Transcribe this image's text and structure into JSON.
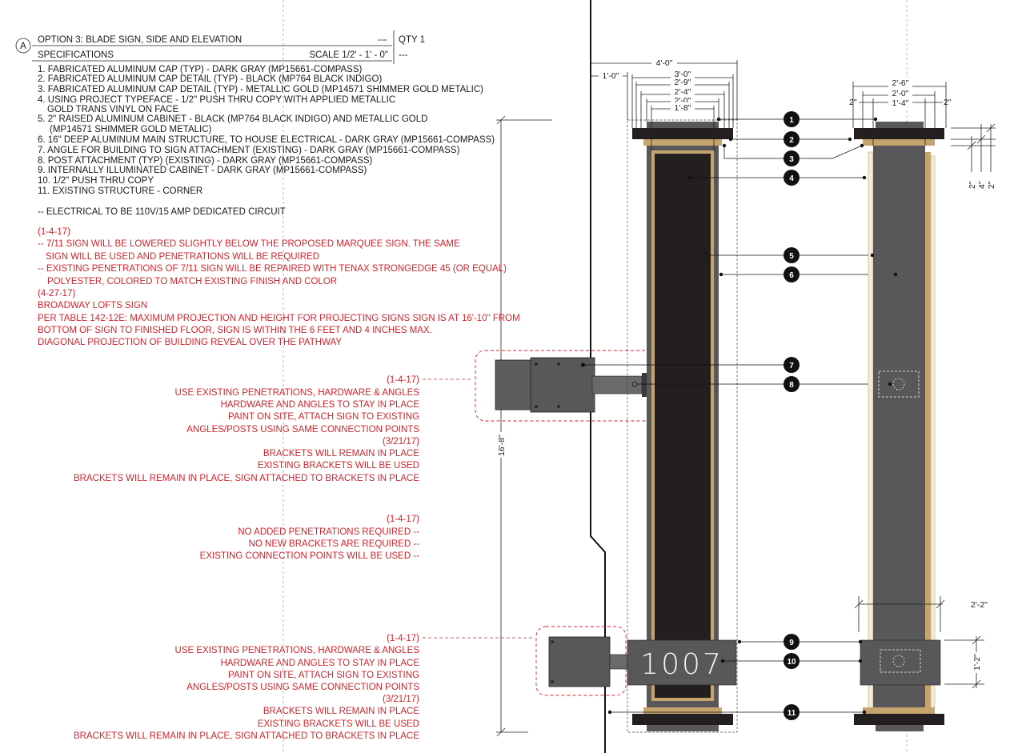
{
  "sheet": {
    "marker": "A",
    "title": "OPTION 3: BLADE SIGN, SIDE AND ELEVATION",
    "title_dash": "---",
    "qty": "QTY 1",
    "specs_label": "SPECIFICATIONS",
    "scale": "SCALE 1/2' - 1' - 0\"",
    "scale_dash": "---"
  },
  "specifications": [
    "1. FABRICATED ALUMINUM CAP (TYP) - DARK GRAY (MP15661-COMPASS)",
    "2. FABRICATED ALUMINUM CAP DETAIL (TYP) - BLACK (MP764 BLACK INDIGO)",
    "3. FABRICATED ALUMINUM CAP DETAIL (TYP) - METALLIC GOLD (MP14571 SHIMMER GOLD METALIC)",
    "4. USING PROJECT TYPEFACE - 1/2\" PUSH THRU COPY WITH APPLIED METALLIC",
    "GOLD TRANS VINYL ON FACE",
    "5. 2\" RAISED ALUMINUM CABINET - BLACK (MP764 BLACK INDIGO) AND METALLIC GOLD",
    "(MP14571 SHIMMER GOLD METALIC)",
    "6. 16\" DEEP ALUMINUM MAIN STRUCTURE, TO HOUSE ELECTRICAL - DARK GRAY (MP15661-COMPASS)",
    "7. ANGLE FOR BUILDING TO SIGN ATTACHMENT (EXISTING) - DARK GRAY (MP15661-COMPASS)",
    "8. POST ATTACHMENT (TYP) (EXISTING) - DARK GRAY (MP15661-COMPASS)",
    "9. INTERNALLY ILLUMINATED CABINET - DARK GRAY (MP15661-COMPASS)",
    "10. 1/2\" PUSH THRU COPY",
    "11. EXISTING STRUCTURE - CORNER"
  ],
  "electrical_note": "-- ELECTRICAL TO BE 110V/15 AMP DEDICATED CIRCUIT",
  "revision_notes": [
    "(1-4-17)",
    "-- 7/11 SIGN WILL BE LOWERED SLIGHTLY BELOW THE PROPOSED MARQUEE SIGN. THE SAME",
    "SIGN WILL BE USED AND PENETRATIONS WILL BE REQUIRED",
    "-- EXISTING PENETRATIONS OF 7/11 SIGN WILL BE REPAIRED WITH TENAX STRONGEDGE 45 (OR EQUAL)",
    "POLYESTER, COLORED TO MATCH EXISTING FINISH AND COLOR",
    "(4-27-17)",
    "BROADWAY LOFTS SIGN",
    "PER TABLE 142-12E: MAXIMUM PROJECTION AND HEIGHT FOR PROJECTING SIGNS SIGN IS AT 16'-10\" FROM",
    "BOTTOM OF SIGN TO FINISHED FLOOR, SIGN IS WITHIN THE 6 FEET AND 4 INCHES MAX.",
    "DIAGONAL PROJECTION OF BUILDING REVEAL OVER THE PATHWAY"
  ],
  "callout_upper": [
    "(1-4-17)",
    "USE EXISTING PENETRATIONS, HARDWARE & ANGLES",
    "HARDWARE AND ANGLES TO STAY IN PLACE",
    "PAINT ON SITE, ATTACH SIGN TO EXISTING",
    "ANGLES/POSTS USING SAME CONNECTION POINTS",
    "(3/21/17)",
    "BRACKETS WILL REMAIN IN PLACE",
    "EXISTING BRACKETS WILL BE USED",
    "BRACKETS WILL REMAIN IN PLACE, SIGN ATTACHED TO BRACKETS IN PLACE"
  ],
  "callout_middle": [
    "(1-4-17)",
    "NO ADDED PENETRATIONS REQUIRED --",
    "NO NEW BRACKETS ARE REQUIRED --",
    "EXISTING CONNECTION POINTS WILL BE USED --"
  ],
  "callout_lower": [
    "(1-4-17)",
    "USE EXISTING PENETRATIONS, HARDWARE & ANGLES",
    "HARDWARE AND ANGLES TO STAY IN PLACE",
    "PAINT ON SITE, ATTACH SIGN TO EXISTING",
    "ANGLES/POSTS USING SAME CONNECTION POINTS",
    "(3/21/17)",
    "BRACKETS WILL REMAIN IN PLACE",
    "EXISTING BRACKETS WILL BE USED",
    "BRACKETS WILL REMAIN IN PLACE, SIGN ATTACHED TO BRACKETS IN PLACE"
  ],
  "dimensions": {
    "front_width": "4'-0\"",
    "front_offset": "1'-0\"",
    "front_steps": [
      "3'-0\"",
      "2'-9\"",
      "2'-4\"",
      "2'-0\"",
      "1'-8\""
    ],
    "side_steps": [
      "2'-6\"",
      "2'-0\"",
      "1'-4\""
    ],
    "side_edge_left": "2\"",
    "side_edge_right": "2\"",
    "cap_heights": [
      "2\"",
      "4\"",
      "2\""
    ],
    "overall_height": "16'-8\"",
    "cabinet_depth": "2'-2\"",
    "cabinet_height": "1'-2\""
  },
  "address": "1007",
  "callout_numbers": [
    "1",
    "2",
    "3",
    "4",
    "5",
    "6",
    "7",
    "8",
    "9",
    "10",
    "11"
  ],
  "colors": {
    "dark_gray": "#58585a",
    "black_indigo": "#231f20",
    "metallic_gold": "#c5a46e",
    "revision_red": "#d0262f"
  }
}
